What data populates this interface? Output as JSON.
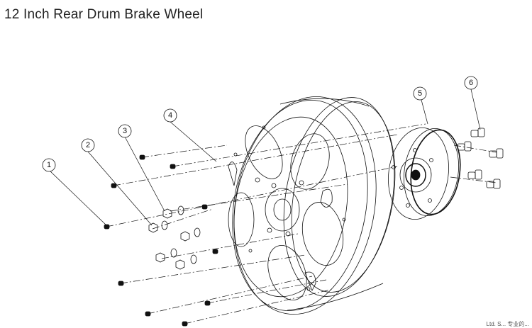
{
  "title": "12 Inch Rear Drum Brake Wheel",
  "callouts": [
    {
      "id": "1",
      "label": "1"
    },
    {
      "id": "2",
      "label": "2"
    },
    {
      "id": "3",
      "label": "3"
    },
    {
      "id": "4",
      "label": "4"
    },
    {
      "id": "5",
      "label": "5"
    },
    {
      "id": "6",
      "label": "6"
    }
  ],
  "footer": "Ltd. S... 专业的..."
}
